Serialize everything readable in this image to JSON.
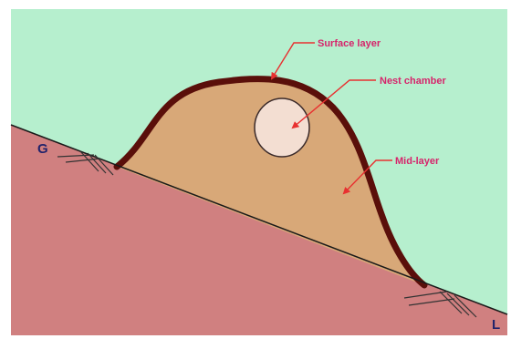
{
  "diagram": {
    "labels": {
      "surface_layer": "Surface layer",
      "nest_chamber": "Nest chamber",
      "mid_layer": "Mid-layer",
      "g": "G",
      "l": "L"
    },
    "colors": {
      "sky": "#b6efce",
      "ground": "#d08080",
      "mound_fill": "#d8a878",
      "surface_layer": "#5a0f0a",
      "nest_chamber_fill": "#f3ded2",
      "arrow": "#e83030",
      "label_pink": "#d6246b",
      "label_navy": "#23236b"
    }
  }
}
